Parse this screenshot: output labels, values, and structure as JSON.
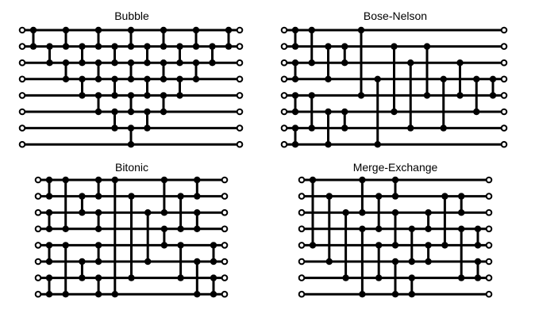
{
  "diagrams": [
    {
      "title": "Bubble",
      "comparators": [
        [
          0,
          1
        ],
        [
          1,
          2
        ],
        [
          0,
          1
        ],
        [
          2,
          3
        ],
        [
          1,
          2
        ],
        [
          0,
          1
        ],
        [
          3,
          4
        ],
        [
          2,
          3
        ],
        [
          1,
          2
        ],
        [
          0,
          1
        ],
        [
          4,
          5
        ],
        [
          3,
          4
        ],
        [
          2,
          3
        ],
        [
          1,
          2
        ],
        [
          0,
          1
        ],
        [
          5,
          6
        ],
        [
          4,
          5
        ],
        [
          3,
          4
        ],
        [
          2,
          3
        ],
        [
          1,
          2
        ],
        [
          0,
          1
        ],
        [
          6,
          7
        ],
        [
          5,
          6
        ],
        [
          4,
          5
        ],
        [
          3,
          4
        ],
        [
          2,
          3
        ],
        [
          1,
          2
        ],
        [
          0,
          1
        ]
      ]
    },
    {
      "title": "Bose-Nelson",
      "comparators": [
        [
          0,
          1
        ],
        [
          2,
          3
        ],
        [
          4,
          5
        ],
        [
          6,
          7
        ],
        [
          0,
          2
        ],
        [
          1,
          3
        ],
        [
          4,
          6
        ],
        [
          5,
          7
        ],
        [
          1,
          2
        ],
        [
          5,
          6
        ],
        [
          0,
          4
        ],
        [
          3,
          7
        ],
        [
          1,
          5
        ],
        [
          2,
          6
        ],
        [
          1,
          4
        ],
        [
          3,
          6
        ],
        [
          2,
          4
        ],
        [
          3,
          5
        ],
        [
          3,
          4
        ]
      ]
    },
    {
      "title": "Bitonic",
      "comparators": [
        [
          0,
          1
        ],
        [
          2,
          3
        ],
        [
          4,
          5
        ],
        [
          6,
          7
        ],
        [
          0,
          3
        ],
        [
          1,
          2
        ],
        [
          4,
          7
        ],
        [
          5,
          6
        ],
        [
          0,
          1
        ],
        [
          2,
          3
        ],
        [
          4,
          5
        ],
        [
          6,
          7
        ],
        [
          0,
          7
        ],
        [
          1,
          6
        ],
        [
          2,
          5
        ],
        [
          3,
          4
        ],
        [
          0,
          2
        ],
        [
          1,
          3
        ],
        [
          4,
          6
        ],
        [
          5,
          7
        ],
        [
          0,
          1
        ],
        [
          2,
          3
        ],
        [
          4,
          5
        ],
        [
          6,
          7
        ]
      ]
    },
    {
      "title": "Merge-Exchange",
      "comparators": [
        [
          0,
          4
        ],
        [
          1,
          5
        ],
        [
          2,
          6
        ],
        [
          3,
          7
        ],
        [
          0,
          2
        ],
        [
          1,
          3
        ],
        [
          4,
          6
        ],
        [
          5,
          7
        ],
        [
          2,
          4
        ],
        [
          3,
          5
        ],
        [
          0,
          1
        ],
        [
          2,
          3
        ],
        [
          4,
          5
        ],
        [
          6,
          7
        ],
        [
          1,
          4
        ],
        [
          3,
          6
        ],
        [
          1,
          2
        ],
        [
          3,
          4
        ],
        [
          5,
          6
        ]
      ]
    }
  ]
}
